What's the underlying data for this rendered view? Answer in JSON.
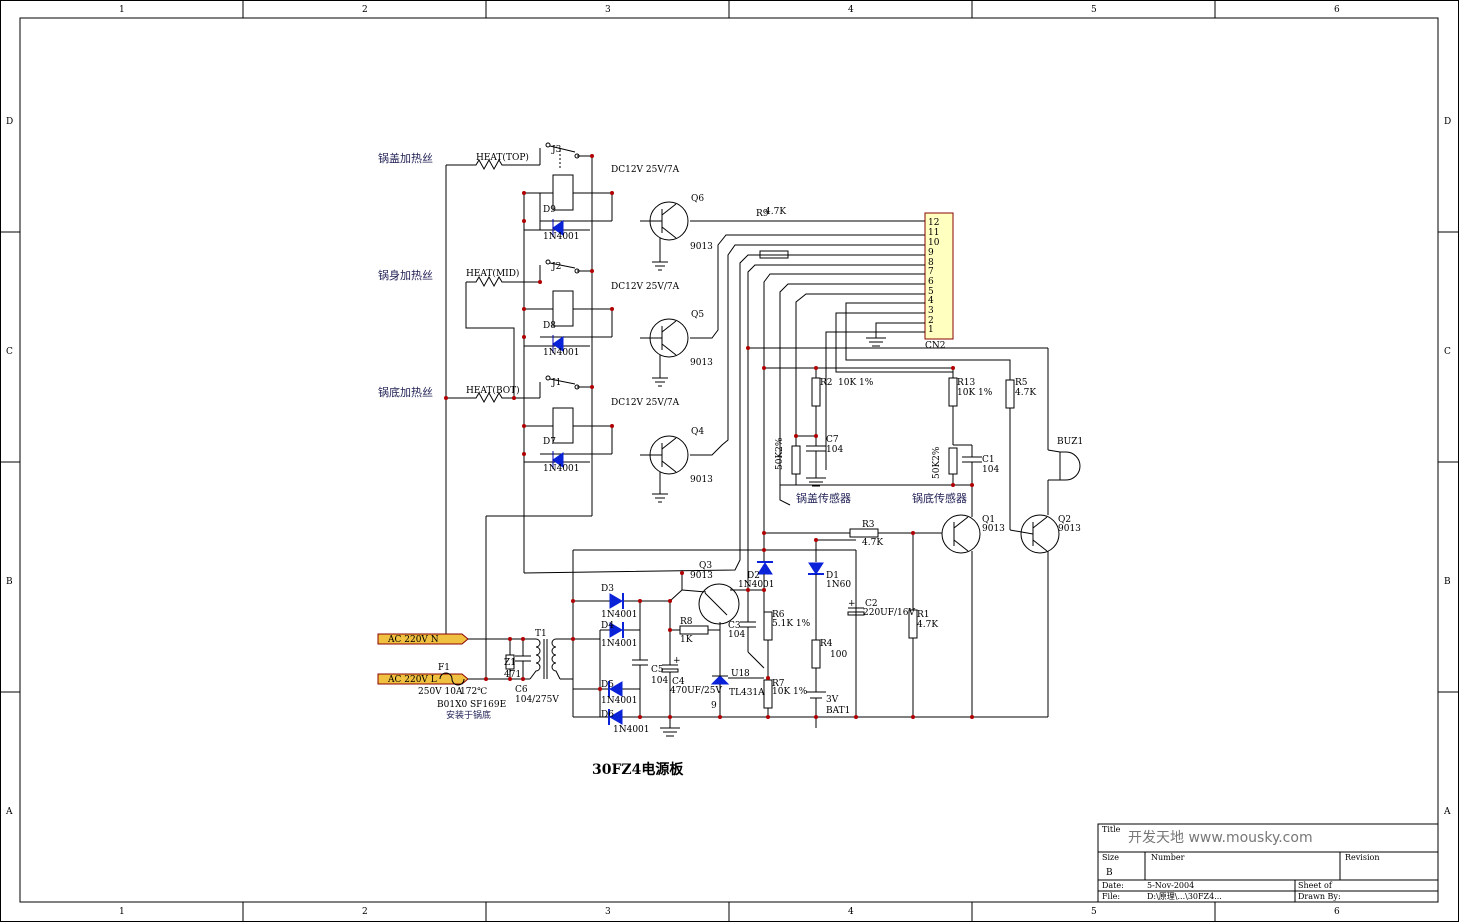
{
  "grid": {
    "columns": [
      "1",
      "2",
      "3",
      "4",
      "5",
      "6"
    ],
    "rows": [
      "D",
      "C",
      "B",
      "A"
    ]
  },
  "labels": {
    "lid_heater": "锅盖加热丝",
    "body_heater": "锅身加热丝",
    "bottom_heater": "锅底加热丝",
    "heat_top": "HEAT(TOP)",
    "heat_mid": "HEAT(MID)",
    "heat_bot": "HEAT(BOT)",
    "relay_rating_1": "DC12V 25V/7A",
    "relay_rating_2": "DC12V 25V/7A",
    "relay_rating_3": "DC12V 25V/7A",
    "j3": "J3",
    "j2": "J2",
    "j1": "J1",
    "d9": "D9",
    "d8": "D8",
    "d7": "D7",
    "d9_part": "1N4001",
    "d8_part": "1N4001",
    "d7_part": "1N4001",
    "q6": "Q6",
    "q5": "Q5",
    "q4": "Q4",
    "q6_part": "9013",
    "q5_part": "9013",
    "q4_part": "9013",
    "r9": "R9",
    "r9_val": "4.7K",
    "cn2": "CN2",
    "cn2_pins": [
      "12",
      "11",
      "10",
      "9",
      "8",
      "7",
      "6",
      "5",
      "4",
      "3",
      "2",
      "1"
    ],
    "r2": "R2",
    "r2_val": "10K 1%",
    "r13": "R13",
    "r13_val": "10K 1%",
    "r5": "R5",
    "r5_val": "4.7K",
    "c7": "C7",
    "c7_val": "104",
    "c1": "C1",
    "c1_val": "104",
    "ntc1": "50K2%",
    "ntc2": "50K2%",
    "buz1": "BUZ1",
    "lid_sensor": "锅盖传感器",
    "bottom_sensor": "锅底传感器",
    "r3": "R3",
    "r3_val": "4.7K",
    "q1": "Q1",
    "q1_part": "9013",
    "q2": "Q2",
    "q2_part": "9013",
    "q3": "Q3",
    "q3_part": "9013",
    "d2": "D2",
    "d2_part": "1N4001",
    "d1": "D1",
    "d1_part": "1N60",
    "d3": "D3",
    "d3_part": "1N4001",
    "d4": "D4",
    "d4_part": "1N4001",
    "d5": "D5",
    "d5_part": "1N4001",
    "d6": "D6",
    "d6_part": "1N4001",
    "c2": "C2",
    "c2_val": "220UF/16V",
    "r6": "R6",
    "r6_val": "5.1K 1%",
    "r7": "R7",
    "r7_val": "10K 1%",
    "r4": "R4",
    "r4_val": "100",
    "r1": "R1",
    "r1_val": "4.7K",
    "c3": "C3",
    "c3_val": "104",
    "r8": "R8",
    "r8_val": "1K",
    "c5": "C5",
    "c5_val": "104",
    "c4": "C4",
    "c4_val": "470UF/25V",
    "u1": "U1",
    "u1_pin8": "8",
    "u1_pin9": "9",
    "u1_part": "TL431A",
    "bat_val": "3V",
    "bat": "BAT1",
    "t1": "T1",
    "z1": "Z1",
    "z1_val": "471",
    "c6": "C6",
    "c6_val": "104/275V",
    "f1": "F1",
    "fuse_rating": "250V 10A",
    "fuse_temp": "172℃",
    "fuse_part1": "B01X0",
    "fuse_part2": "SF169E",
    "fuse_note": "安装于锅底",
    "ac_n": "AC 220V N",
    "ac_l": "AC 220V L",
    "board_title": "30FZ4电源板"
  },
  "title_block": {
    "title_label": "Title",
    "title_value": "开发天地 www.mousky.com",
    "size_label": "Size",
    "size_value": "B",
    "number_label": "Number",
    "revision_label": "Revision",
    "date_label": "Date:",
    "date_value": "5-Nov-2004",
    "file_label": "File:",
    "file_value": "D:\\原理\\...\\30FZ4...",
    "sheet_label": "Sheet",
    "sheet_of": "of",
    "drawn_label": "Drawn By:"
  },
  "colors": {
    "wire": "#000000",
    "junction": "#b00000",
    "component": "#0000aa",
    "diode_fill": "#0a22d8",
    "connector_fill": "#ffffc0",
    "ac_label_fill": "#f0c040"
  }
}
